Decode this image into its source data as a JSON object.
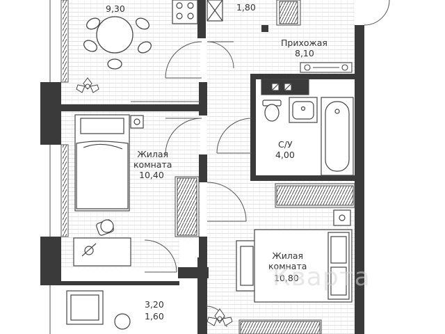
{
  "rooms": {
    "kitchen_area": "9,30",
    "closet_area": "1,80",
    "hall_name": "Прихожая",
    "hall_area": "8,10",
    "bath_name": "С/У",
    "bath_area": "4,00",
    "living1_name": "Жилая\nкомната",
    "living1_area": "10,40",
    "living2_name": "Жилая\nкомната",
    "living2_area": "10,80",
    "balcony_area_1": "3,20",
    "balcony_area_2": "1,60"
  },
  "watermark": "Кварта",
  "colors": {
    "wall": "#3a3a3a",
    "line": "#4a4a4a",
    "floor": "#e4e4e4",
    "background": "#ffffff"
  }
}
